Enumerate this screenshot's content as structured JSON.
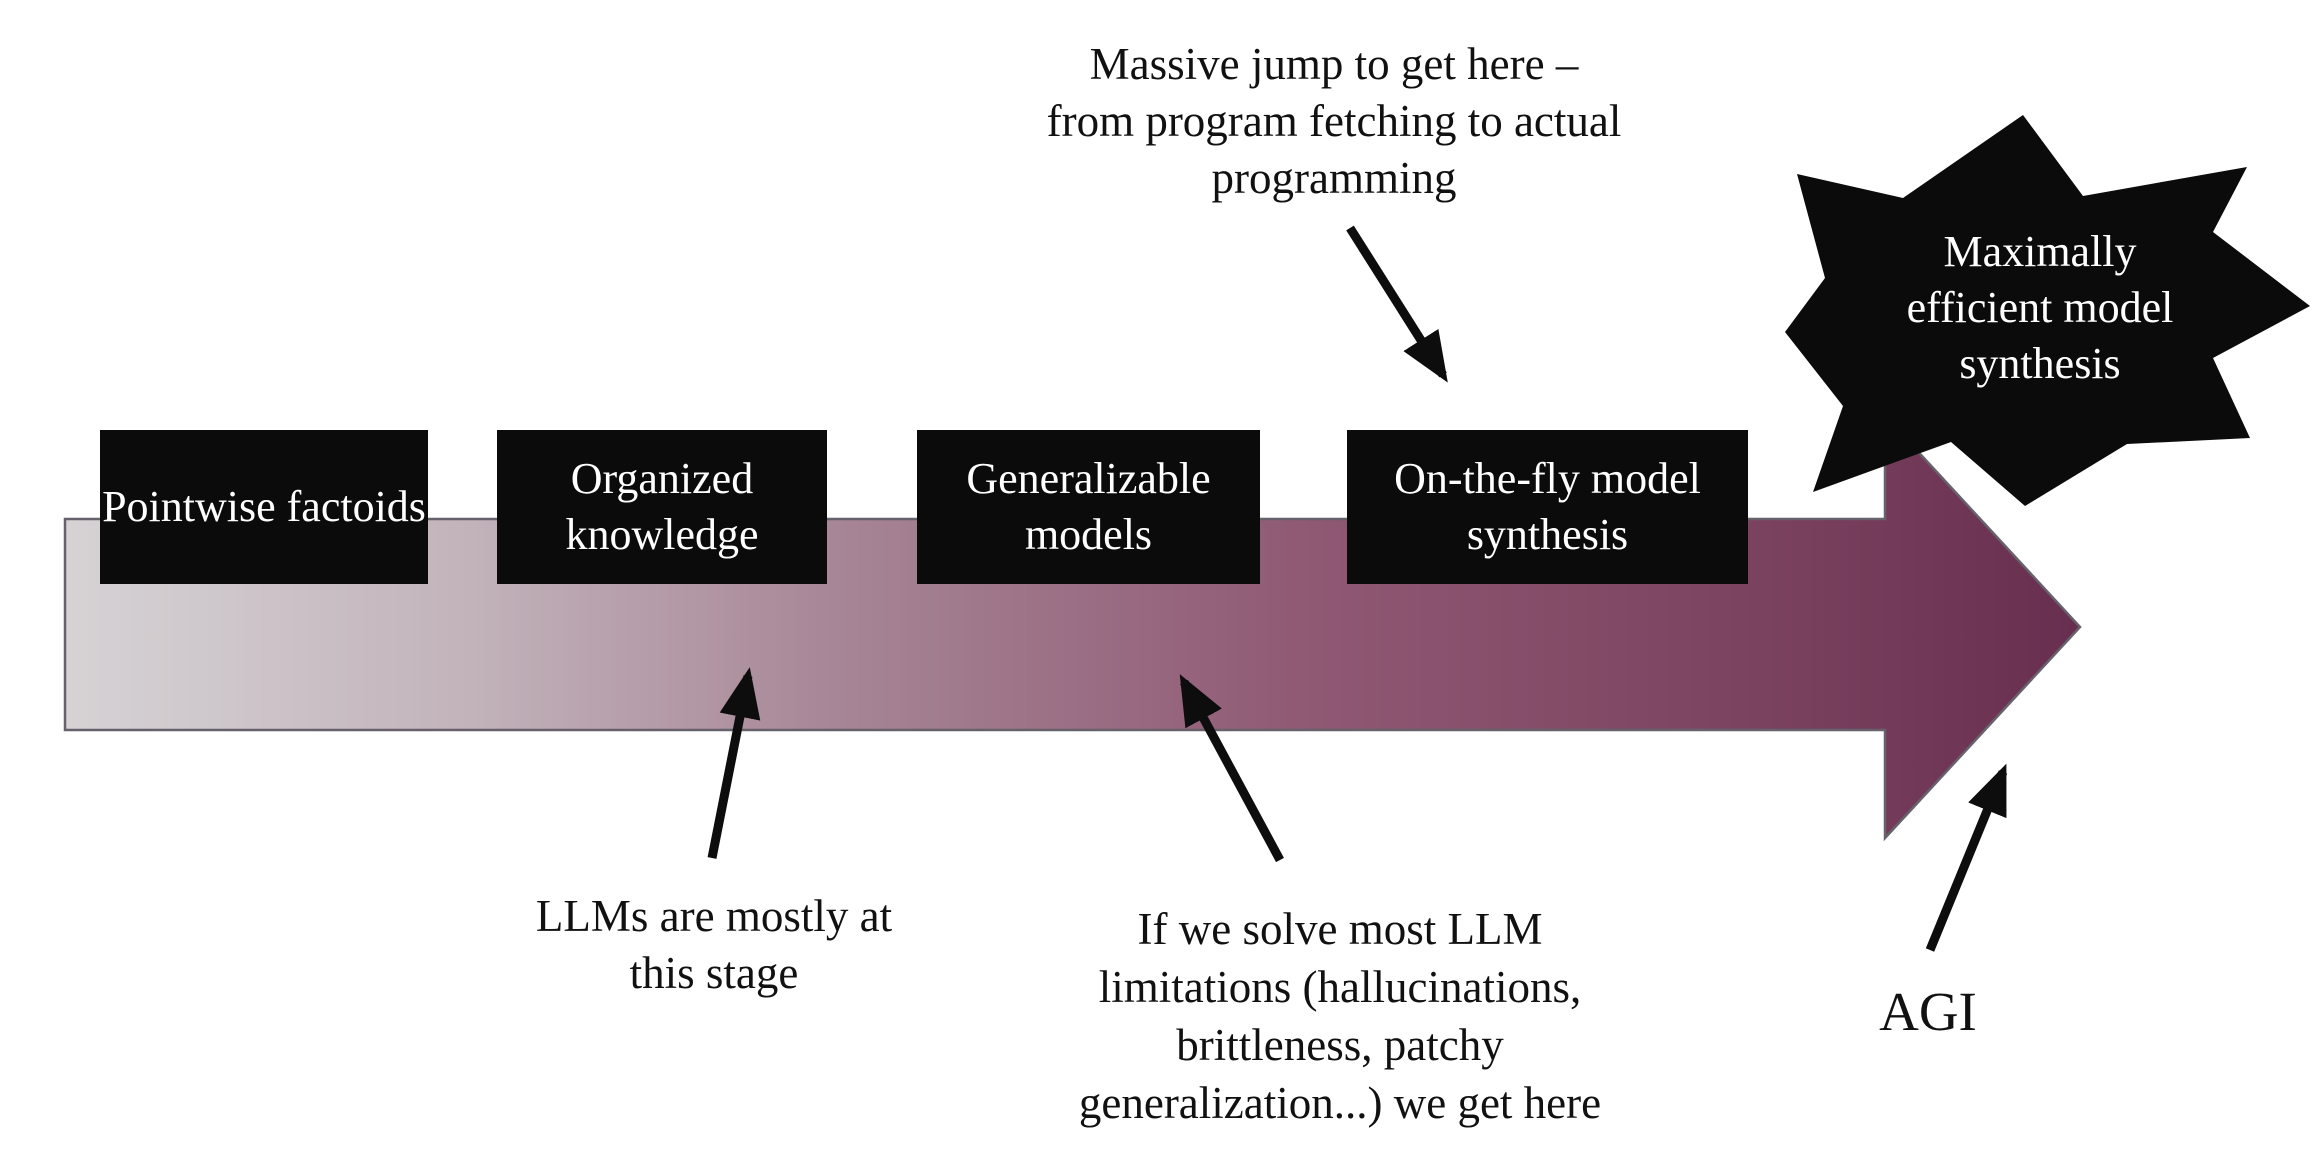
{
  "stages": [
    {
      "label": "Pointwise factoids"
    },
    {
      "label": "Organized knowledge"
    },
    {
      "label": "Generalizable models"
    },
    {
      "label": "On-the-fly model synthesis"
    }
  ],
  "burst": {
    "label": "Maximally\nefficient model\nsynthesis"
  },
  "annotations": {
    "massive_jump": "Massive jump to get here –\nfrom program fetching to actual\nprogramming",
    "llm_stage": "LLMs are mostly at\nthis stage",
    "solve_limitations": "If we solve most LLM\nlimitations (hallucinations,\nbrittleness, patchy\ngeneralization...) we get here",
    "agi": "AGI"
  },
  "colors": {
    "background": "#ffffff",
    "box_bg": "#0b0b0b",
    "box_text": "#ffffff",
    "burst_bg": "#0b0b0b",
    "burst_text": "#ffffff",
    "annotation_text": "#111111",
    "annotation_arrow": "#0d0d0d",
    "bar_border": "#66616a",
    "grad_0": "#d6d3d5",
    "grad_1": "#c2b3ba",
    "grad_2": "#a68495",
    "grad_3": "#8f5873",
    "grad_4": "#834a66",
    "grad_5": "#79405e",
    "grad_6": "#682e4f"
  }
}
